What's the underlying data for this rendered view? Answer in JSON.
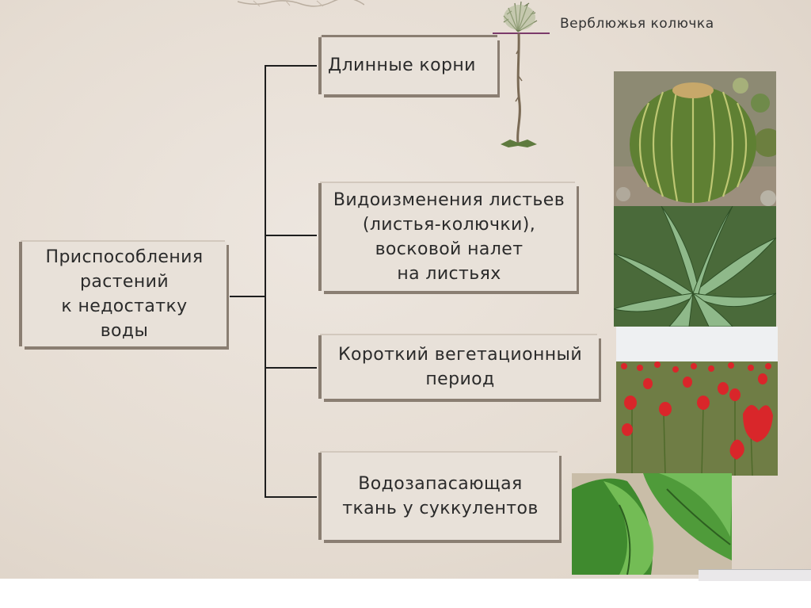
{
  "caption_plant": "Верблюжья колючка",
  "root_box": {
    "label": "Приспособления\nрастений\nк недостатку\nводы"
  },
  "branches": [
    {
      "label": "Длинные корни"
    },
    {
      "label": "Видоизменения листьев\n(листья-колючки),\nвосковой налет\nна листьях"
    },
    {
      "label": "Короткий вегетационный\nпериод"
    },
    {
      "label": "Водозапасающая\nткань у суккулентов"
    }
  ],
  "images": [
    {
      "icon": "camel-thorn-roots-illustration"
    },
    {
      "icon": "barrel-cactus-photo"
    },
    {
      "icon": "aloe-plant-photo"
    },
    {
      "icon": "red-tulips-field-photo"
    },
    {
      "icon": "succulent-leaves-photo"
    }
  ],
  "colors": {
    "background": "#e6ddd3",
    "box": "#e8e1d9",
    "box_shadow": "#8a7e72",
    "connector": "#1e1e1e"
  }
}
